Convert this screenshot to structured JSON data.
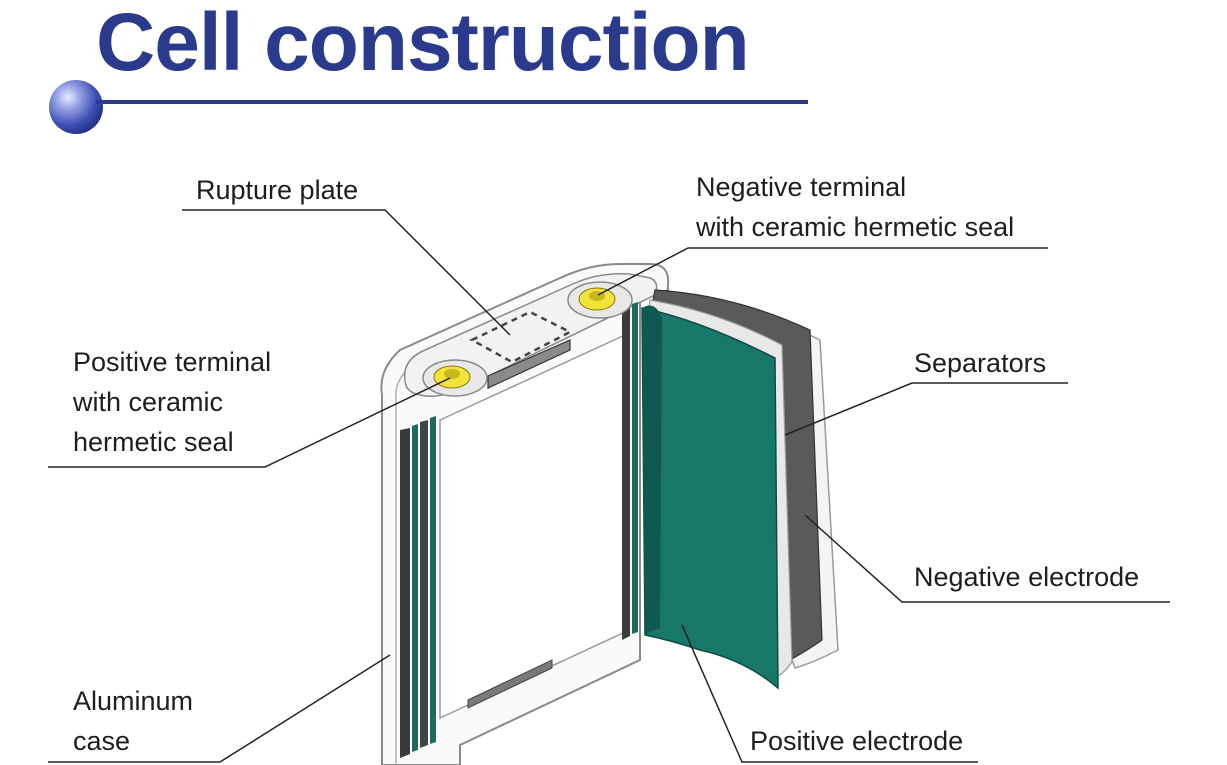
{
  "title": "Cell construction",
  "colors": {
    "title": "#2a3a8c",
    "positive_electrode": "#17786a",
    "negative_electrode": "#555555",
    "seal": "#f2e23a",
    "leader_line": "#222222"
  },
  "labels": {
    "rupture_plate": "Rupture plate",
    "negative_terminal": [
      "Negative terminal",
      "with ceramic hermetic seal"
    ],
    "positive_terminal": [
      "Positive terminal",
      "with ceramic",
      "hermetic seal"
    ],
    "separators": "Separators",
    "negative_electrode": "Negative electrode",
    "aluminum_case": [
      "Aluminum",
      "case"
    ],
    "positive_electrode": "Positive electrode"
  }
}
